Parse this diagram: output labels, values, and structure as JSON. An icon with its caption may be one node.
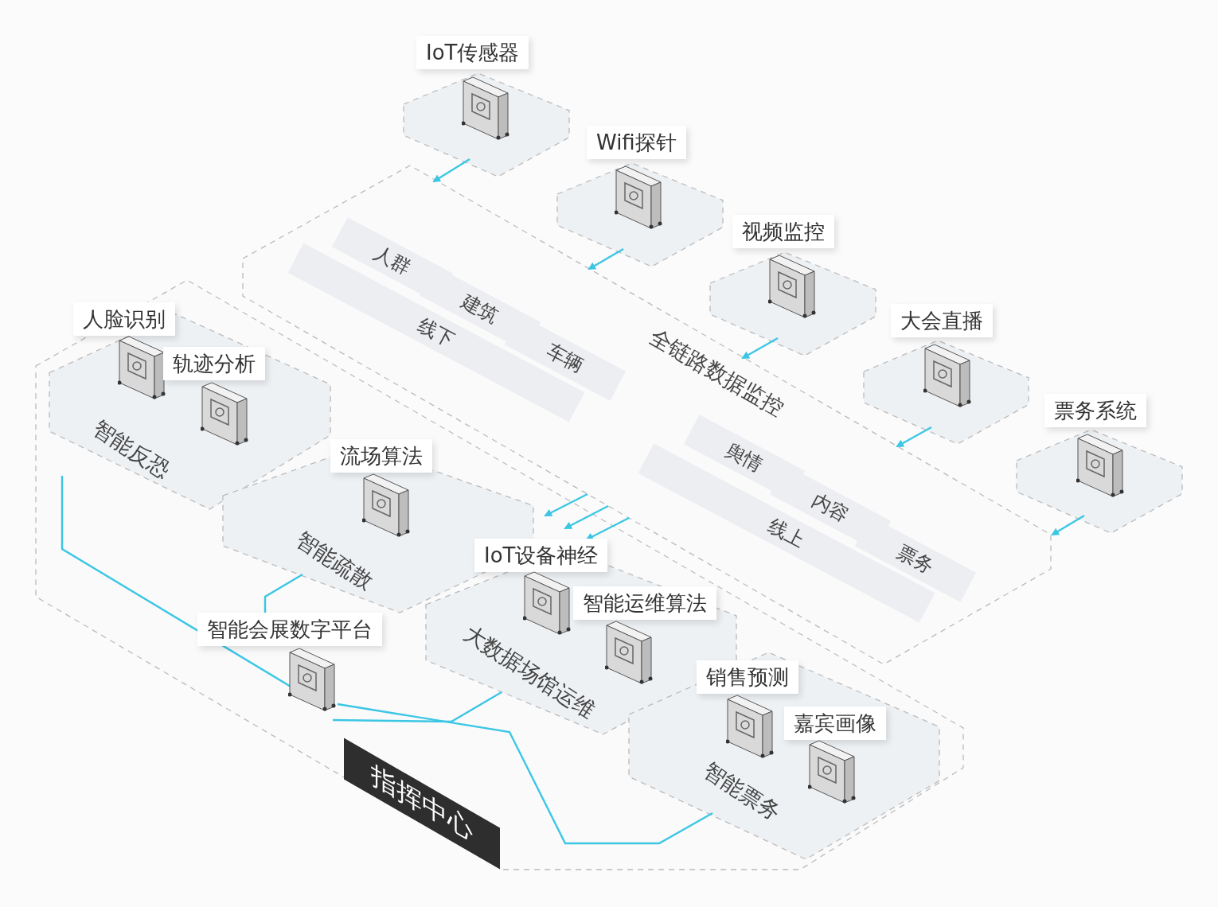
{
  "diagram": {
    "nodes": [
      {
        "text": [
          "IoT传感器"
        ]
      },
      {
        "text": [
          "Wifi探针"
        ]
      },
      {
        "text": [
          "视频监控"
        ]
      },
      {
        "text": [
          "大会直播"
        ]
      },
      {
        "text": [
          "票务系统"
        ]
      },
      {
        "text": [
          "全链路数据监控"
        ]
      },
      {
        "text": [
          "人群"
        ],
        "in": 5
      },
      {
        "text": [
          "建筑"
        ],
        "in": 5
      },
      {
        "text": [
          "车辆"
        ],
        "in": 5
      },
      {
        "text": [
          "线下"
        ],
        "in": 5
      },
      {
        "text": [
          "舆情"
        ],
        "in": 5
      },
      {
        "text": [
          "内容"
        ],
        "in": 5
      },
      {
        "text": [
          "票务"
        ],
        "in": 5
      },
      {
        "text": [
          "线上"
        ],
        "in": 5
      },
      {
        "text": [],
        "shape": "box"
      },
      {
        "text": [
          "智能反恐"
        ],
        "in": 14
      },
      {
        "text": [
          "人脸识别"
        ],
        "in": 15
      },
      {
        "text": [
          "轨迹分析"
        ],
        "in": 15
      },
      {
        "text": [
          "智能疏散"
        ],
        "in": 14
      },
      {
        "text": [
          "流场算法"
        ],
        "in": 18
      },
      {
        "text": [
          "大数据场馆运维"
        ],
        "in": 14
      },
      {
        "text": [
          "IoT设备神经"
        ],
        "in": 20
      },
      {
        "text": [
          "智能运维算法"
        ],
        "in": 20
      },
      {
        "text": [
          "智能会展数字平台"
        ],
        "in": 14
      },
      {
        "text": [
          "智能票务"
        ],
        "in": 14
      },
      {
        "text": [
          "销售预测"
        ],
        "in": 24
      },
      {
        "text": [
          "嘉宾画像"
        ],
        "in": 24
      },
      {
        "text": [
          "指挥中心"
        ],
        "in": 14
      }
    ],
    "edges": [
      {
        "from": 0,
        "to": 5,
        "arrow": "to"
      },
      {
        "from": 1,
        "to": 5,
        "arrow": "to"
      },
      {
        "from": 2,
        "to": 5,
        "arrow": "to"
      },
      {
        "from": 3,
        "to": 5,
        "arrow": "to"
      },
      {
        "from": 4,
        "to": 5,
        "arrow": "to"
      },
      {
        "from": 5,
        "to": 14,
        "arrow": "to"
      },
      {
        "from": 5,
        "to": 14,
        "arrow": "to"
      },
      {
        "from": 5,
        "to": 14,
        "arrow": "to"
      },
      {
        "from": 23,
        "to": 15,
        "arrow": "none"
      },
      {
        "from": 23,
        "to": 18,
        "arrow": "none"
      },
      {
        "from": 23,
        "to": 20,
        "arrow": "none"
      },
      {
        "from": 23,
        "to": 24,
        "arrow": "none"
      }
    ]
  }
}
